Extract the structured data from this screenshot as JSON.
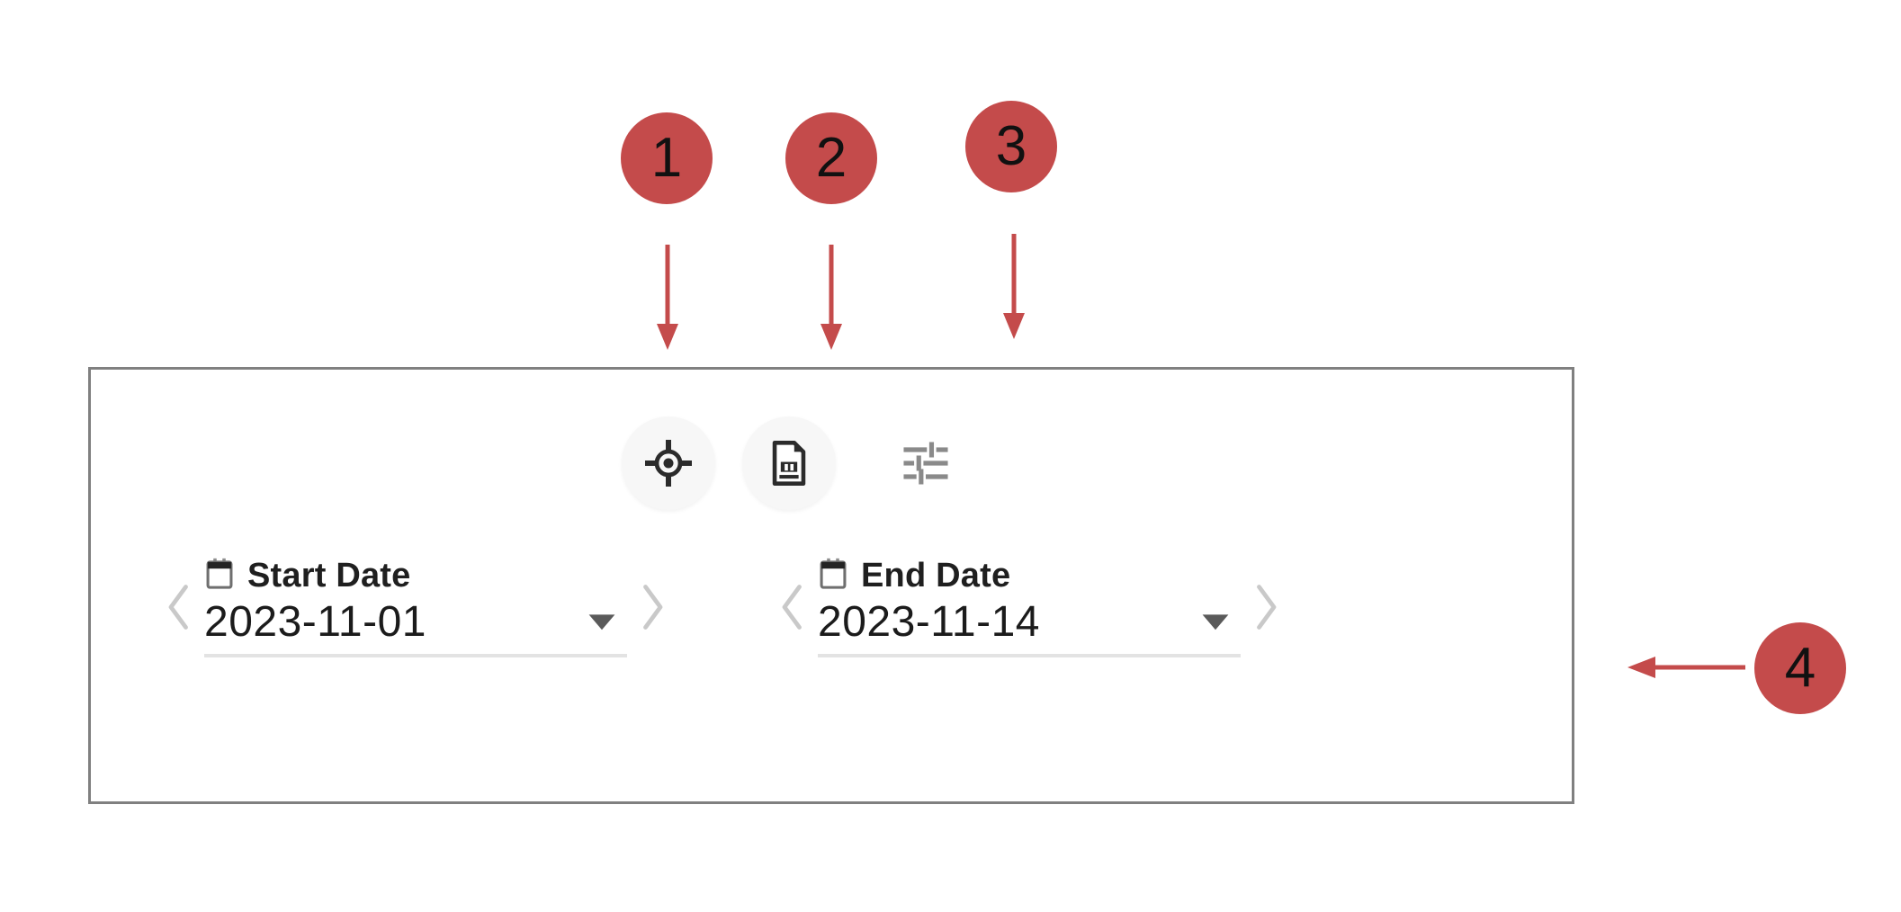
{
  "theme": {
    "annotation_accent": "#c44b4b",
    "panel_border": "#808080",
    "field_underline": "#e3e3e3",
    "chevron_gray": "#c9c9c9",
    "icon_dark": "#2b2b2b",
    "icon_gray": "#8a8a8a",
    "icon_hover_bg": "#f7f7f7",
    "page_bg": "#ffffff"
  },
  "annotations": [
    {
      "number": "1",
      "target": "locate-button"
    },
    {
      "number": "2",
      "target": "report-button"
    },
    {
      "number": "3",
      "target": "settings-button"
    },
    {
      "number": "4",
      "target": "toolbar-panel"
    }
  ],
  "toolbar": {
    "icon_buttons": [
      {
        "name": "locate-button",
        "icon": "crosshair-target-icon",
        "hovered": true,
        "tone": "dark"
      },
      {
        "name": "report-button",
        "icon": "document-chart-icon",
        "hovered": true,
        "tone": "dark"
      },
      {
        "name": "settings-button",
        "icon": "tune-sliders-icon",
        "hovered": false,
        "tone": "gray"
      }
    ],
    "date_pickers": [
      {
        "name": "start-date-picker",
        "label": "Start Date",
        "value": "2023-11-01",
        "icon": "calendar-icon",
        "prev_icon": "chevron-left-icon",
        "next_icon": "chevron-right-icon",
        "caret_icon": "caret-down-icon"
      },
      {
        "name": "end-date-picker",
        "label": "End Date",
        "value": "2023-11-14",
        "icon": "calendar-icon",
        "prev_icon": "chevron-left-icon",
        "next_icon": "chevron-right-icon",
        "caret_icon": "caret-down-icon"
      }
    ]
  }
}
